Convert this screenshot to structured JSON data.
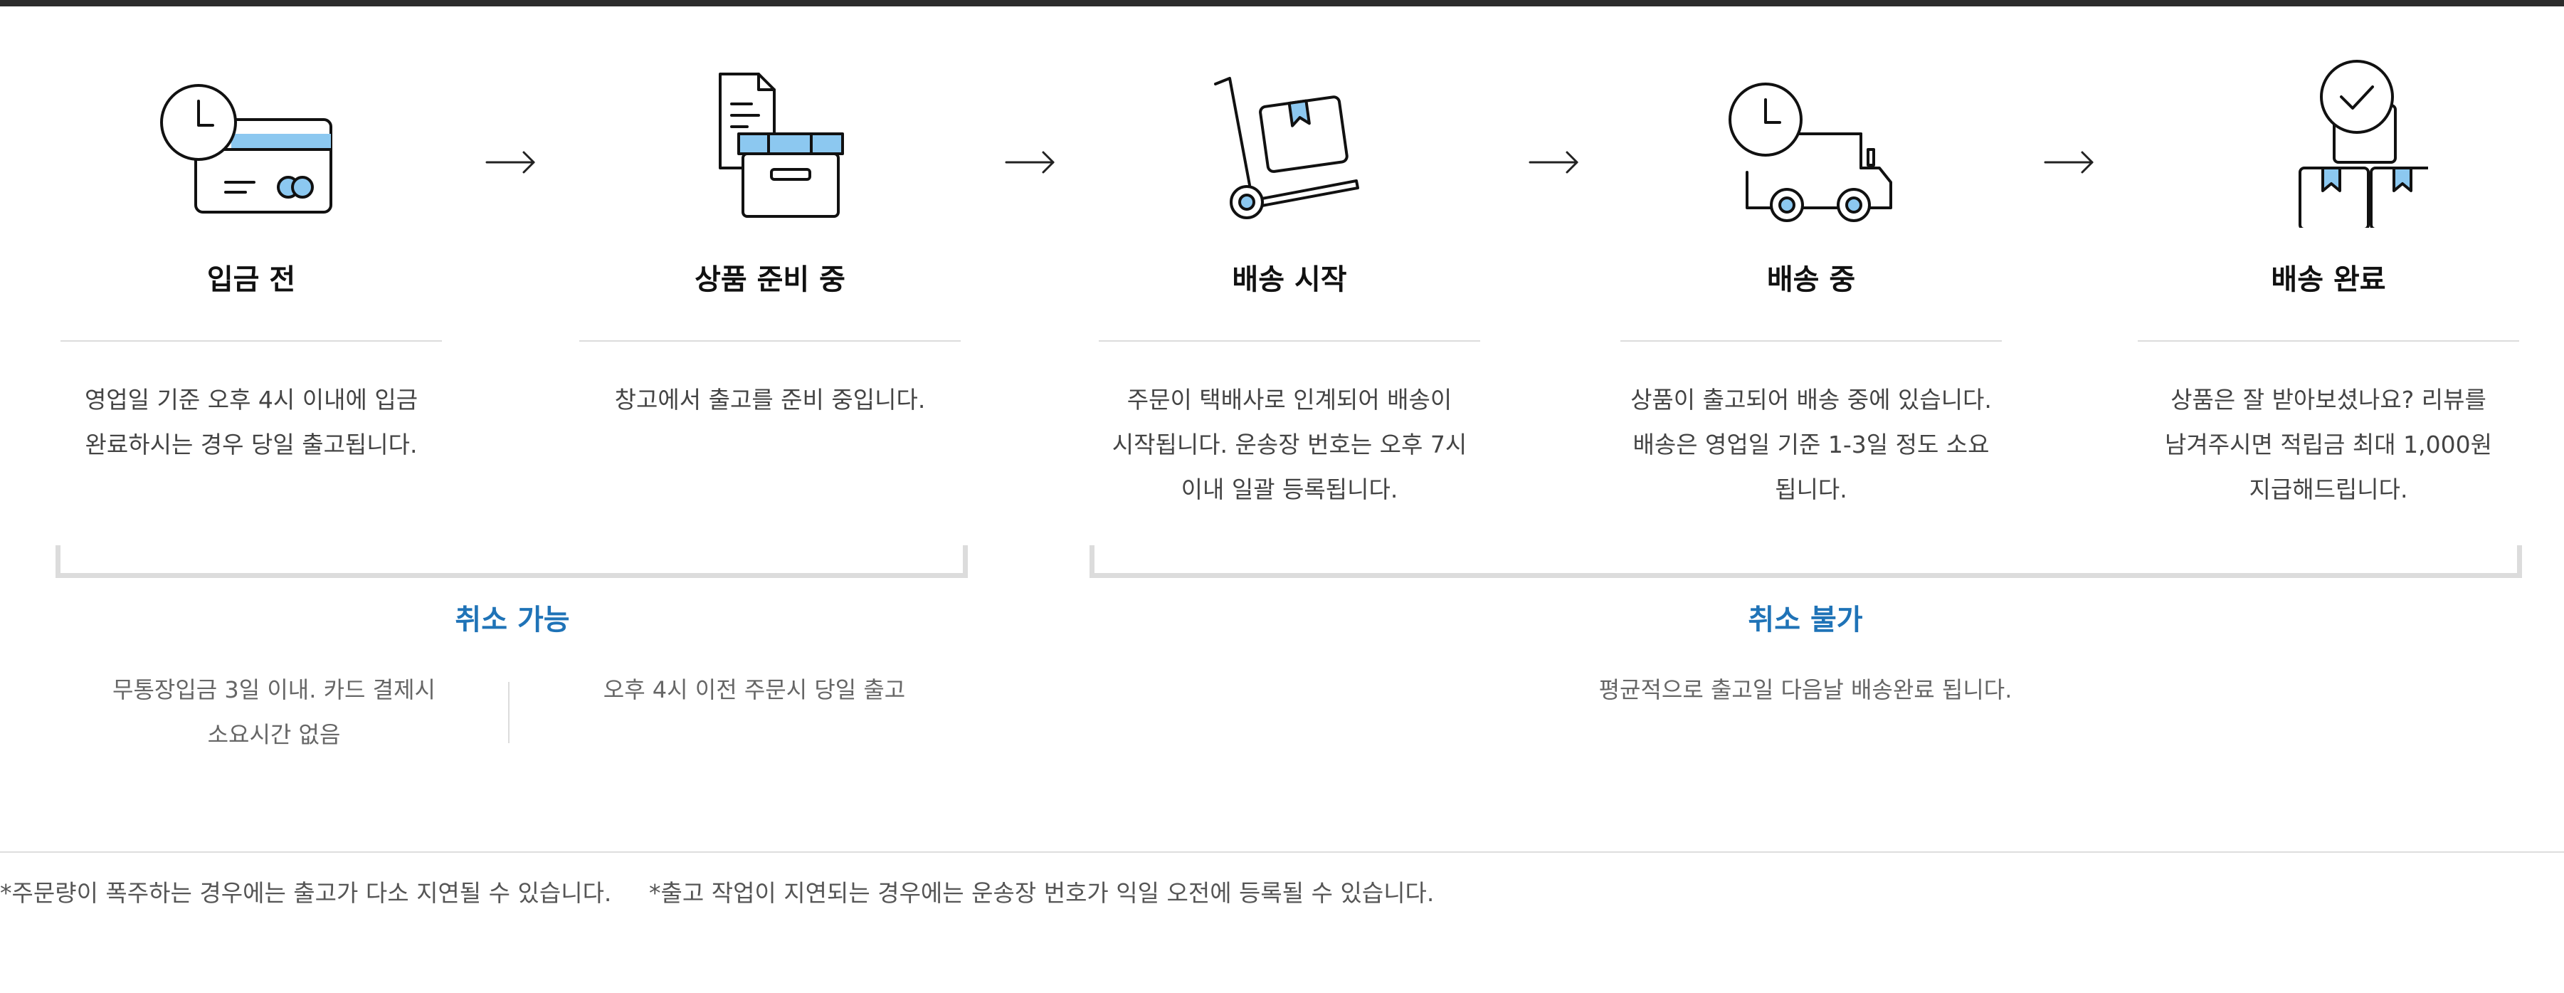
{
  "steps": [
    {
      "title": "입금 전",
      "icon": "credit-card-clock-icon",
      "desc": [
        "영업일 기준 오후 4시 이내에 입금",
        "완료하시는 경우 당일 출고됩니다."
      ]
    },
    {
      "title": "상품 준비 중",
      "icon": "box-document-icon",
      "desc": [
        "창고에서 출고를 준비 중입니다."
      ]
    },
    {
      "title": "배송 시작",
      "icon": "hand-truck-icon",
      "desc": [
        "주문이 택배사로 인계되어 배송이",
        "시작됩니다. 운송장 번호는 오후 7시",
        "이내 일괄 등록됩니다."
      ]
    },
    {
      "title": "배송 중",
      "icon": "delivery-truck-clock-icon",
      "desc": [
        "상품이 출고되어 배송 중에 있습니다.",
        "배송은 영업일 기준 1-3일 정도 소요",
        "됩니다."
      ]
    },
    {
      "title": "배송 완료",
      "icon": "boxes-check-icon",
      "desc": [
        "상품은 잘 받아보셨나요? 리뷰를",
        "남겨주시면 적립금 최대 1,000원",
        "지급해드립니다."
      ]
    }
  ],
  "groups": {
    "cancel_possible": {
      "label": "취소 가능",
      "notes": [
        [
          "무통장입금 3일 이내. 카드 결제시",
          "소요시간 없음"
        ],
        [
          "오후 4시 이전 주문시 당일 출고"
        ]
      ]
    },
    "cancel_impossible": {
      "label": "취소 불가",
      "notes": [
        [
          "평균적으로 출고일 다음날 배송완료 됩니다."
        ]
      ]
    }
  },
  "footnotes": [
    "*주문량이 폭주하는 경우에는 출고가 다소 지연될 수 있습니다.",
    "*출고 작업이 지연되는 경우에는 운송장 번호가 익일 오전에 등록될 수 있습니다."
  ],
  "colors": {
    "accent": "#1f73b7",
    "icon_fill": "#8cc8f0",
    "line": "#dcdcdc",
    "topbar": "#2c2c2c"
  }
}
